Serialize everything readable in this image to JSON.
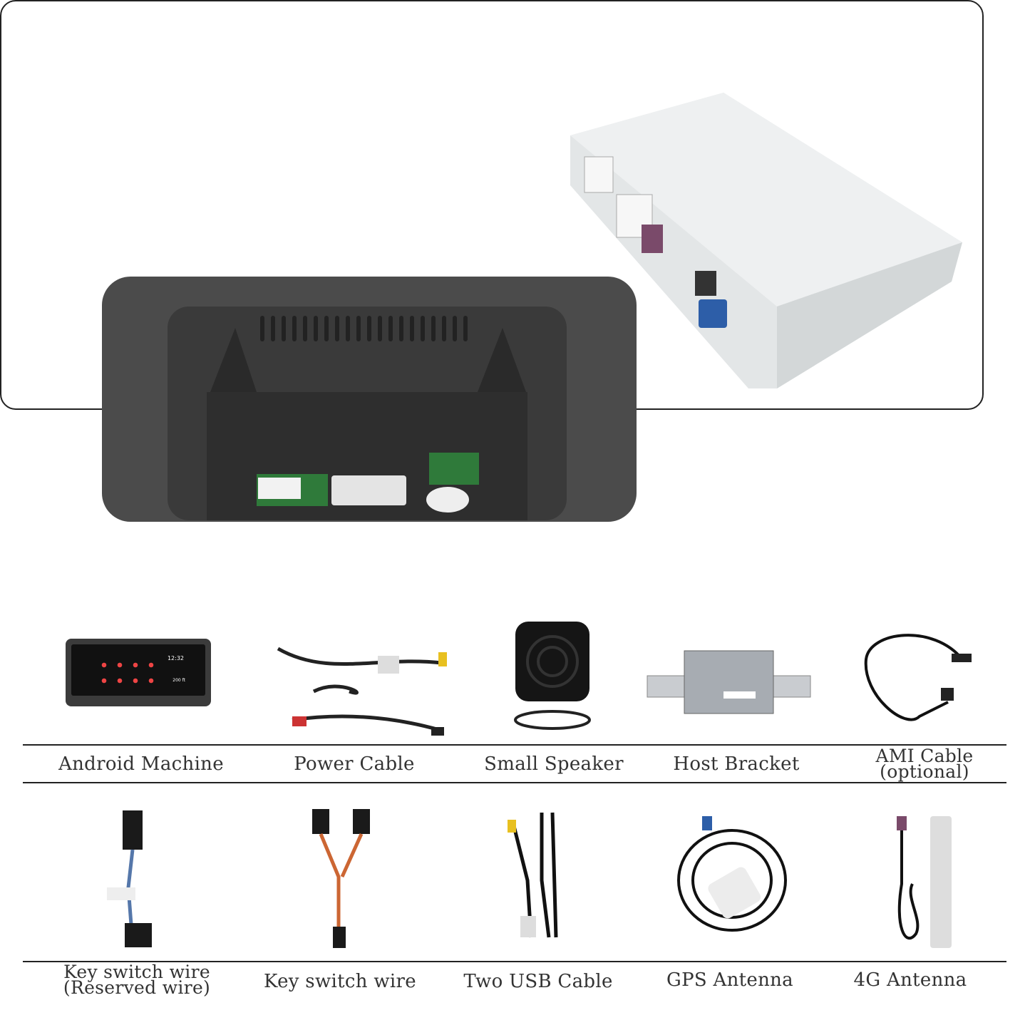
{
  "components_row1": [
    {
      "label": "Android Machine",
      "icon": "android-head-unit"
    },
    {
      "label": "Power Cable",
      "icon": "power-cable"
    },
    {
      "label": "Small Speaker",
      "icon": "speaker"
    },
    {
      "label": "Host Bracket",
      "icon": "bracket"
    },
    {
      "label": "AMI Cable",
      "label2": "(optional)",
      "icon": "ami-cable"
    }
  ],
  "components_row2": [
    {
      "label": "Key switch wire",
      "label2": "(Reserved wire)",
      "icon": "key-switch-wire"
    },
    {
      "label": "Key switch wire",
      "icon": "key-switch-wire"
    },
    {
      "label": "Two USB Cable",
      "icon": "usb-cable"
    },
    {
      "label": "GPS Antenna",
      "icon": "gps-antenna"
    },
    {
      "label": "4G Antenna",
      "icon": "4g-antenna"
    }
  ],
  "screen_clock": "12:32",
  "screen_distance": "200 ft",
  "colors": {
    "unit_dark": "#4a4a4a",
    "host_box": "#e6e9ea",
    "border": "#222222"
  }
}
